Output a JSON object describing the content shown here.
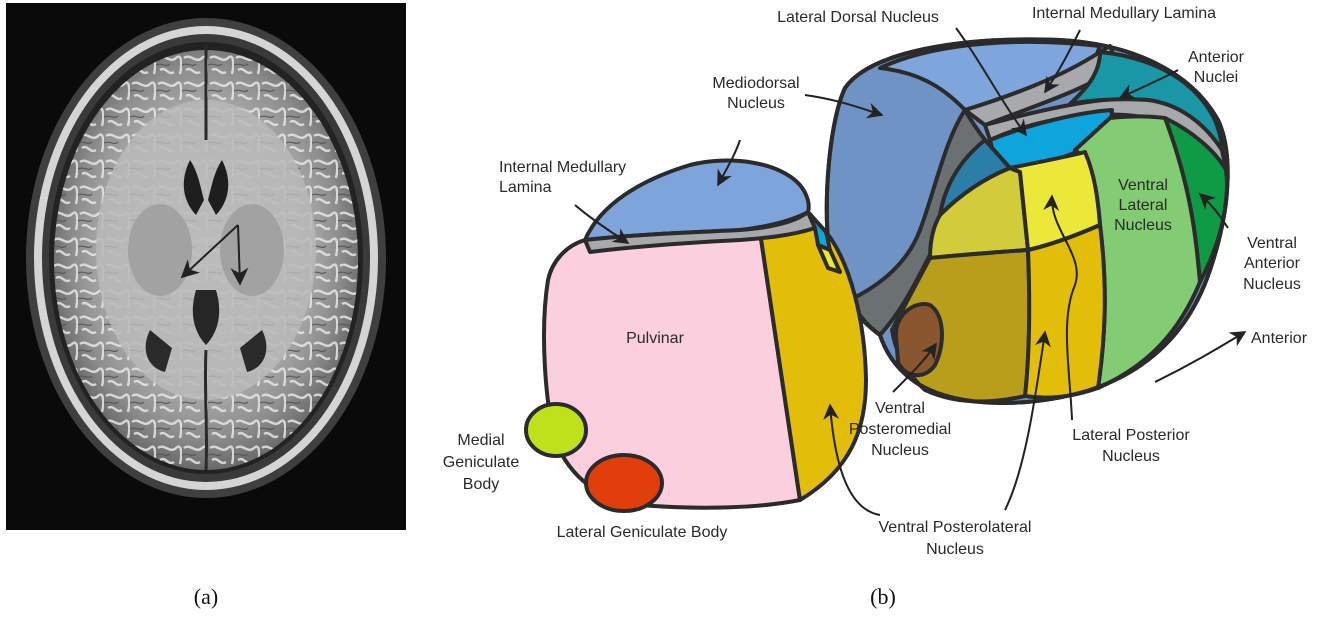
{
  "panel_a": {
    "caption": "(a)",
    "image_name": "mri-axial-brain"
  },
  "panel_b": {
    "caption": "(b)",
    "labels": {
      "lateral_dorsal": "Lateral Dorsal Nucleus",
      "internal_medullary_top": "Internal Medullary Lamina",
      "anterior_nuclei_1": "Anterior",
      "anterior_nuclei_2": "Nuclei",
      "mediodorsal_1": "Mediodorsal",
      "mediodorsal_2": "Nucleus",
      "internal_medullary_left_1": "Internal Medullary",
      "internal_medullary_left_2": "Lamina",
      "pulvinar": "Pulvinar",
      "ventral_lateral_1": "Ventral",
      "ventral_lateral_2": "Lateral",
      "ventral_lateral_3": "Nucleus",
      "ventral_anterior_1": "Ventral",
      "ventral_anterior_2": "Anterior",
      "ventral_anterior_3": "Nucleus",
      "anterior_dir": "Anterior",
      "medial_geniculate_1": "Medial",
      "medial_geniculate_2": "Geniculate",
      "medial_geniculate_3": "Body",
      "vpm_1": "Ventral",
      "vpm_2": "Posteromedial",
      "vpm_3": "Nucleus",
      "lateral_posterior_1": "Lateral Posterior",
      "lateral_posterior_2": "Nucleus",
      "lateral_geniculate": "Lateral Geniculate Body",
      "vpl_1": "Ventral Posterolateral",
      "vpl_2": "Nucleus"
    },
    "colors": {
      "pulvinar": "#fccfdf",
      "top_cap": "#7da5dc",
      "lamina": "#a7a9ac",
      "mediodorsal": "#6f93c4",
      "lateral_dorsal": "#7fa6dc",
      "anterior_nuclei": "#1a97a6",
      "ventral_lateral": "#84cc74",
      "ventral_anterior": "#0f9a45",
      "lateral_posterior_yellow": "#ece83a",
      "vpl_gold": "#e2bd0a",
      "vpm_olive": "#b89e1a",
      "medial_geniculate": "#bde11a",
      "lateral_geniculate": "#e23e0c",
      "vpm_brown": "#8a5630",
      "dark_gray": "#6b7073"
    }
  }
}
